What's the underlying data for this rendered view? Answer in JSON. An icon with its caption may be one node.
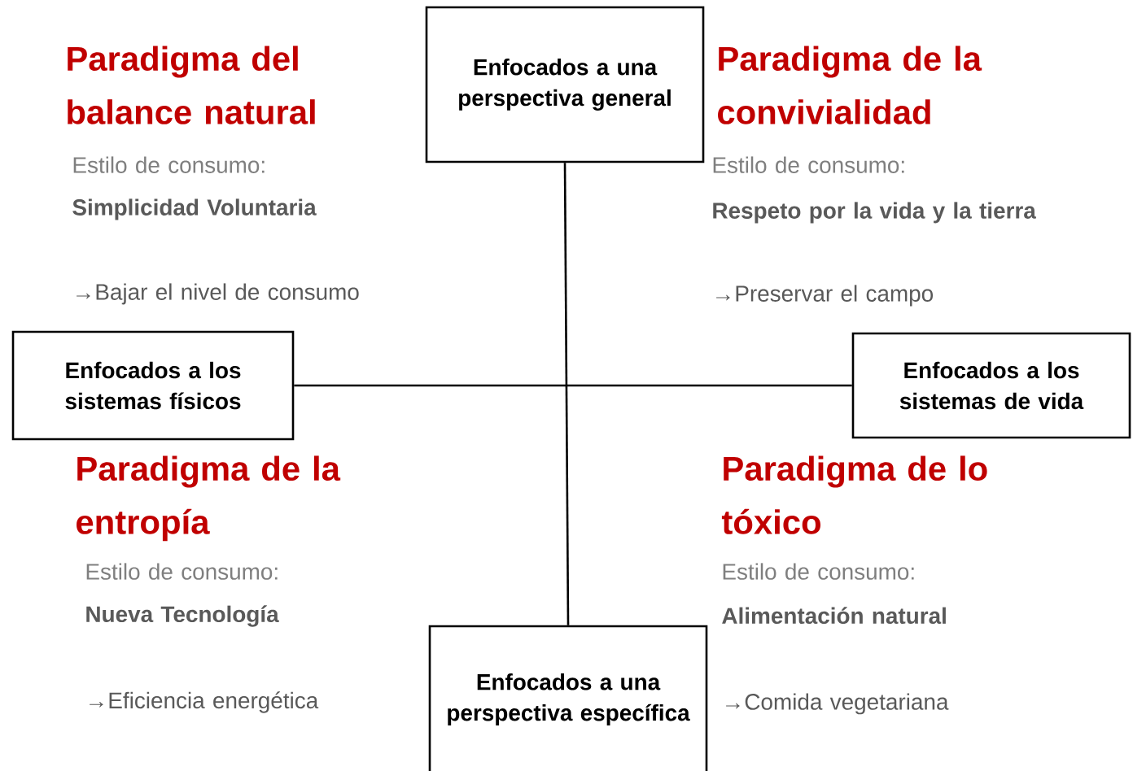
{
  "diagram": {
    "nodes": [
      {
        "text": [
          "Enfocados a una perspectiva general"
        ]
      },
      {
        "text": [
          "Enfocados a los sistemas físicos"
        ]
      },
      {
        "text": [
          "Enfocados a los sistemas de vida"
        ]
      },
      {
        "text": [
          "Enfocados a una perspectiva específica"
        ]
      }
    ],
    "edges": [
      {
        "from": 0,
        "to": 3,
        "arrow": "none"
      },
      {
        "from": 1,
        "to": 2,
        "arrow": "none"
      }
    ],
    "labels": [
      "Paradigma del balance natural",
      "Estilo de consumo:",
      "Simplicidad Voluntaria",
      "→Bajar el nivel de consumo",
      "Paradigma de la convivialidad",
      "Estilo de consumo:",
      "Respeto por la vida y la tierra",
      "→Preservar el campo",
      "Paradigma de la entropía",
      "Estilo de consumo:",
      "Nueva Tecnología",
      "→Eficiencia energética",
      "Paradigma de lo tóxico",
      "Estilo de consumo:",
      "Alimentación natural",
      "→Comida vegetariana"
    ]
  }
}
